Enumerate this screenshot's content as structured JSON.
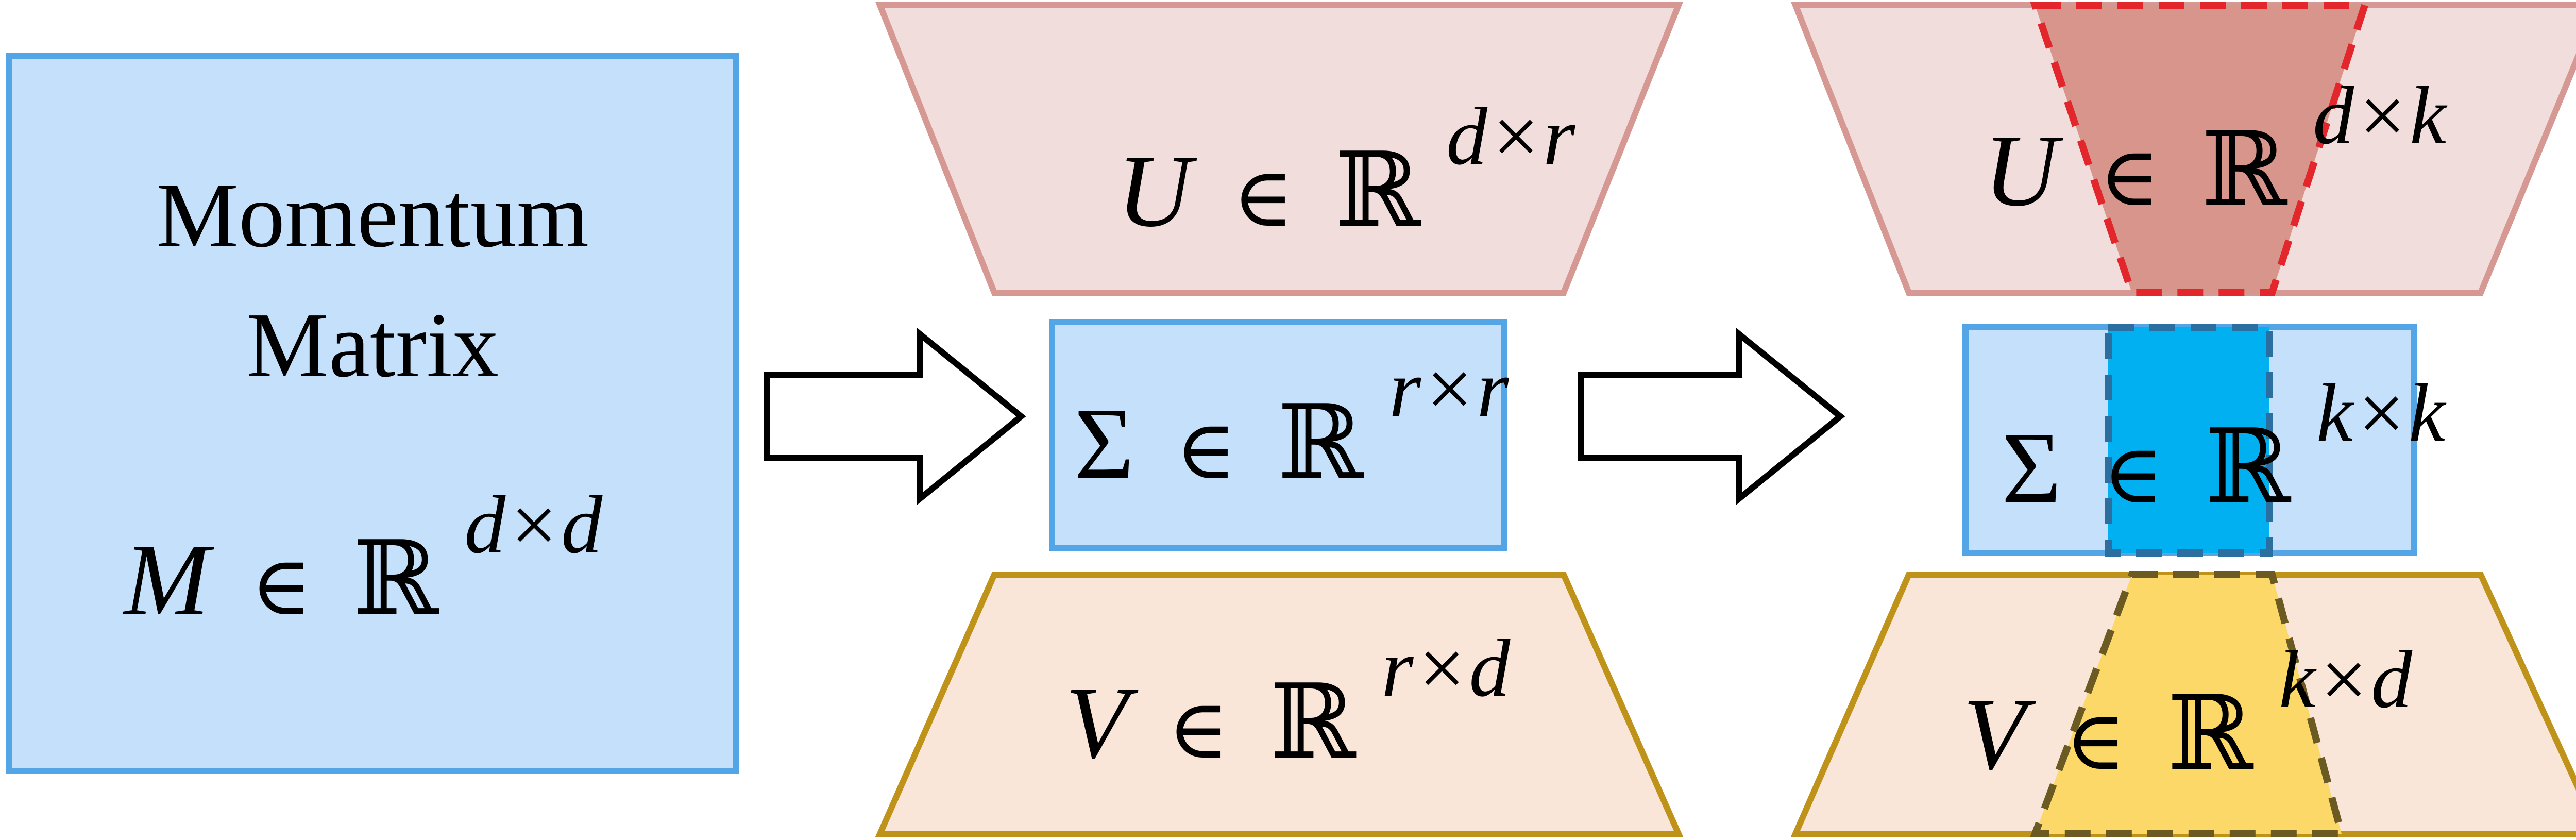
{
  "colors": {
    "blue_fill": "#c5e0fa",
    "blue_stroke": "#54a5e6",
    "pink_fill": "#f1dddb",
    "pink_stroke": "#d69893",
    "peach_fill": "#fae5d9",
    "gold_stroke": "#bf9319",
    "red_dash": "#e3262b",
    "red_fill": "#d7958b",
    "cyan_fill": "#00b0f0",
    "cyan_dash": "#2a6fa0",
    "yellow_fill": "#fbd867",
    "olive_dash": "#6b5a22",
    "text": "#000000"
  },
  "momentum": {
    "line1": "Momentum",
    "line2": "Matrix",
    "var": "M",
    "in": "∈",
    "field": "ℝ",
    "sup": "d×d"
  },
  "middle": {
    "U": {
      "var": "U",
      "in": "∈",
      "field": "ℝ",
      "sup": "d×r"
    },
    "S": {
      "var": "Σ",
      "in": "∈",
      "field": "ℝ",
      "sup": "r×r"
    },
    "V": {
      "var": "V",
      "in": "∈",
      "field": "ℝ",
      "sup": "r×d"
    }
  },
  "right": {
    "U": {
      "var": "U",
      "in": "∈",
      "field": "ℝ",
      "sup": "d×k"
    },
    "S": {
      "var": "Σ",
      "in": "∈",
      "field": "ℝ",
      "sup": "k×k"
    },
    "V": {
      "var": "V",
      "in": "∈",
      "field": "ℝ",
      "sup": "k×d"
    }
  }
}
